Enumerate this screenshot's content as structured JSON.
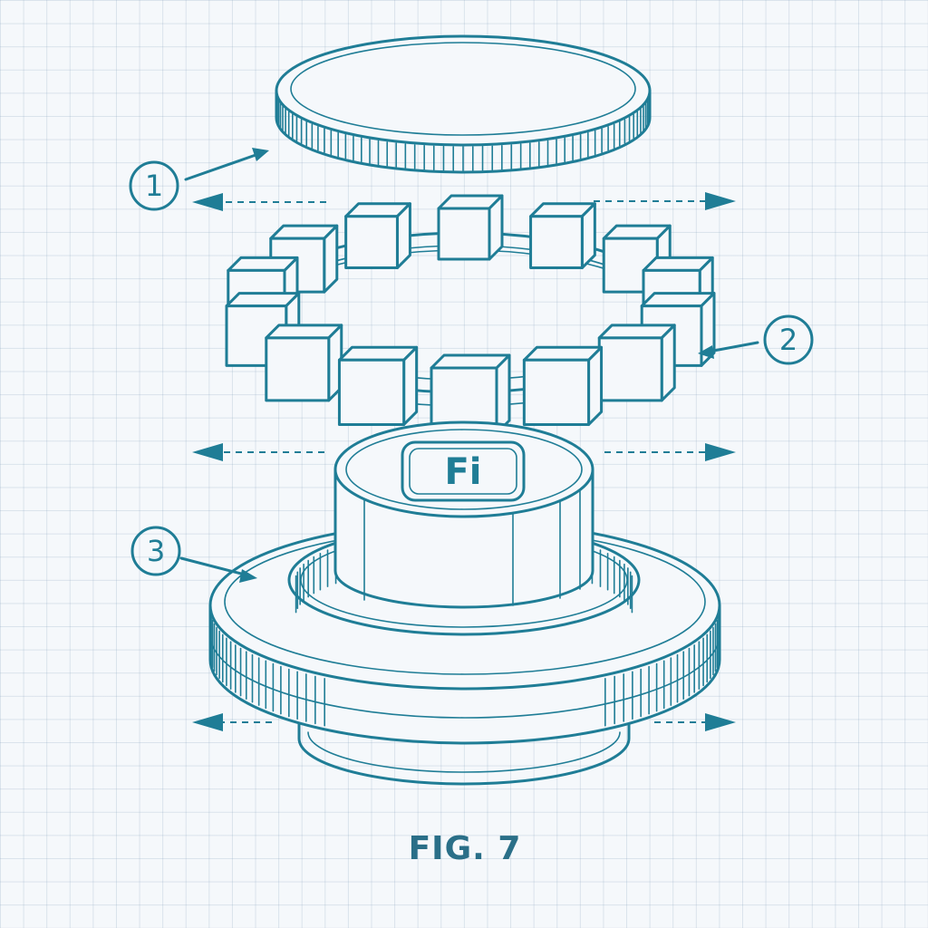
{
  "figure": {
    "caption": "FIG. 7"
  },
  "callouts": [
    {
      "label": "1"
    },
    {
      "label": "2"
    },
    {
      "label": "3"
    }
  ],
  "logo": {
    "text": "Fi"
  },
  "colors": {
    "ink": "#1f7d96",
    "caption": "#2a6f88",
    "paper": "#f5f8fb",
    "grid": "#c9d6e2"
  }
}
